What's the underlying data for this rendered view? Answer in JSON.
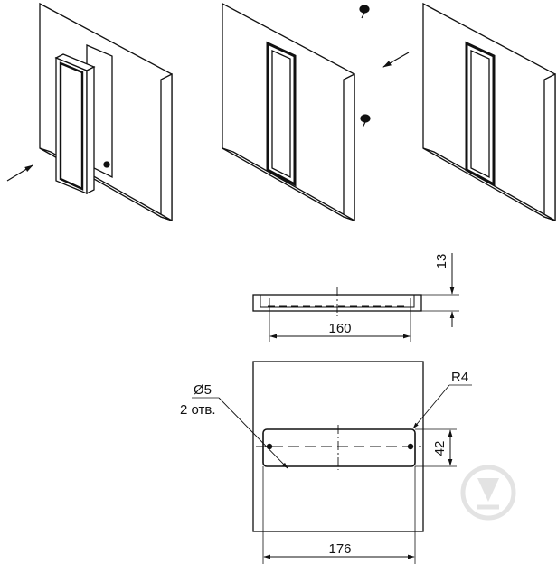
{
  "dimensions": {
    "thickness": "13",
    "hole_spacing": "160",
    "height": "42",
    "corner_radius": "R4",
    "hole_diameter": "Ø5",
    "hole_count": "2 отв.",
    "overall_length": "176"
  },
  "colors": {
    "line": "#111111",
    "watermark": "#e3e3e3",
    "background": "#ffffff"
  },
  "icons": {
    "watermark": "download-arrow-watermark-icon",
    "screw": "screw-icon",
    "direction_arrow": "arrow-icon"
  }
}
